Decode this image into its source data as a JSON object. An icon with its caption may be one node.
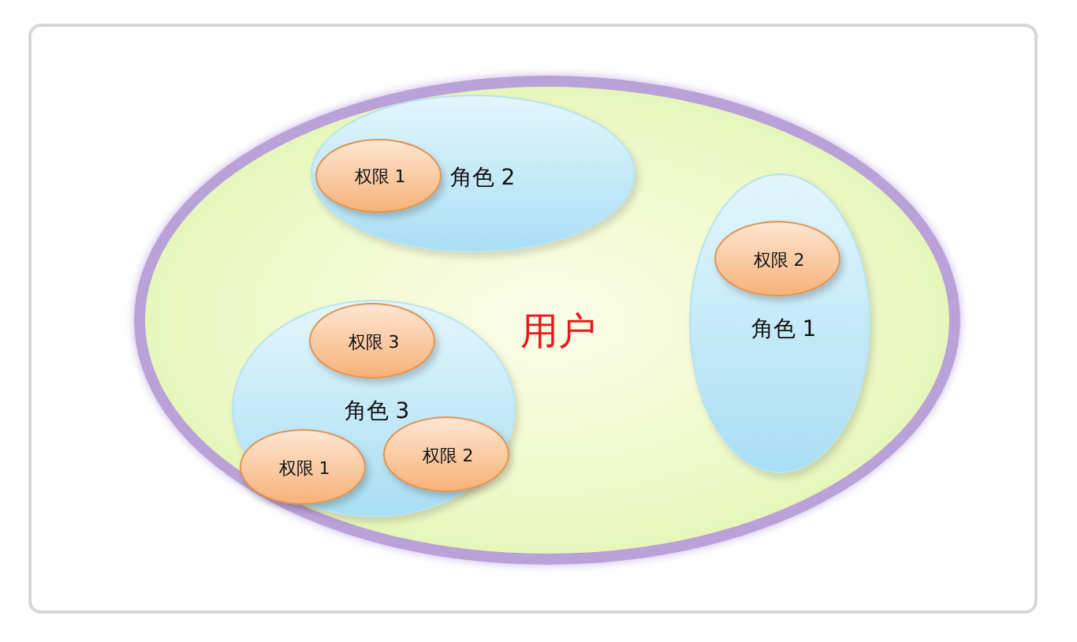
{
  "diagram": {
    "nodes": [
      {
        "text": [
          "用户"
        ]
      },
      {
        "text": [
          "角色 2"
        ],
        "in": 0
      },
      {
        "text": [
          "权限 1"
        ],
        "in": 1
      },
      {
        "text": [
          "角色 1"
        ],
        "in": 0
      },
      {
        "text": [
          "权限 2"
        ],
        "in": 3
      },
      {
        "text": [
          "角色 3"
        ],
        "in": 0
      },
      {
        "text": [
          "权限 3"
        ],
        "in": 5
      },
      {
        "text": [
          "权限 1"
        ],
        "in": 5
      },
      {
        "text": [
          "权限 2"
        ],
        "in": 5
      }
    ]
  }
}
